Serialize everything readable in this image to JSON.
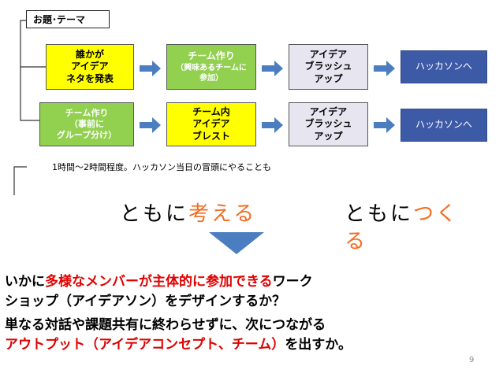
{
  "topic_label": "お題･テーマ",
  "row1": {
    "box1": [
      "誰かが",
      "アイデア",
      "ネタを発表"
    ],
    "box2": {
      "title": "チーム作り",
      "sub": [
        "（興味あるチームに",
        "参加）"
      ]
    },
    "box3": [
      "アイデア",
      "ブラッシュ",
      "アップ"
    ],
    "box4": "ハッカソンへ"
  },
  "row2": {
    "box1": {
      "title": "チーム作り",
      "sub": [
        "（事前に",
        "グループ分け）"
      ]
    },
    "box2": [
      "チーム内",
      "アイデア",
      "ブレスト"
    ],
    "box3": [
      "アイデア",
      "ブラッシュ",
      "アップ"
    ],
    "box4": "ハッカソンへ"
  },
  "note": "1時間～2時間程度。ハッカソン当日の冒頭にやることも",
  "slogan_left": {
    "plain": "ともに",
    "accent": "考える"
  },
  "slogan_right": {
    "plain": "ともに",
    "accent": "つく",
    "tail": "る"
  },
  "para1": {
    "l1_a": "いかに",
    "l1_b": "多様なメンバーが主体的に参加できる",
    "l1_c": "ワーク",
    "l2": "ショップ（アイデアソン）をデザインするか？"
  },
  "para2": {
    "l1": "単なる対話や課題共有に終わらせずに、次につながる",
    "l2_a": "アウトプット（アイデアコンセプト、チーム）",
    "l2_b": "を出すか。"
  },
  "page_number": "9",
  "colors": {
    "yellow": "#ffff00",
    "green": "#92d050",
    "gray": "#e7e6f0",
    "blue": "#3d5aa7",
    "arrow": "#4a7ec0",
    "orange": "#f36c21",
    "red": "#e00000"
  }
}
